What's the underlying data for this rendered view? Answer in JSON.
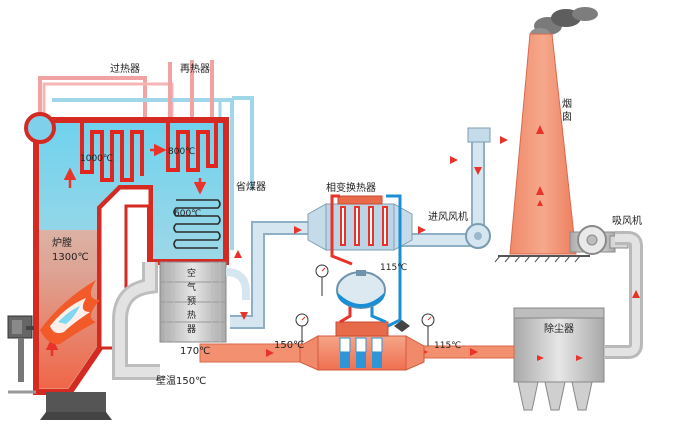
{
  "labels": {
    "superheater": "过热器",
    "reheater": "再热器",
    "temp_1000": "1000℃",
    "temp_800": "800℃",
    "temp_600": "600℃",
    "economizer": "省煤器",
    "furnace": "炉膛",
    "temp_1300": "1300℃",
    "air_preheater_1": "空",
    "air_preheater_2": "气",
    "air_preheater_3": "预",
    "air_preheater_4": "热",
    "air_preheater_5": "器",
    "temp_170": "170℃",
    "wall_temp": "壁温150℃",
    "temp_150": "150℃",
    "phase_change_hx": "相变换热器",
    "temp_115_top": "115℃",
    "temp_115_right": "115℃",
    "forced_fan": "进风风机",
    "chimney": "烟囱",
    "induced_fan": "吸风机",
    "dust_collector": "除尘器"
  },
  "colors": {
    "flue_gas": "#f07a55",
    "air": "#c6dbe9",
    "water": "#1a8fd6",
    "steam": "#e8322a",
    "furnace_water": "#6fd2ee",
    "chimney": "#f4977a",
    "gray_metal": "#c9c9c9"
  }
}
